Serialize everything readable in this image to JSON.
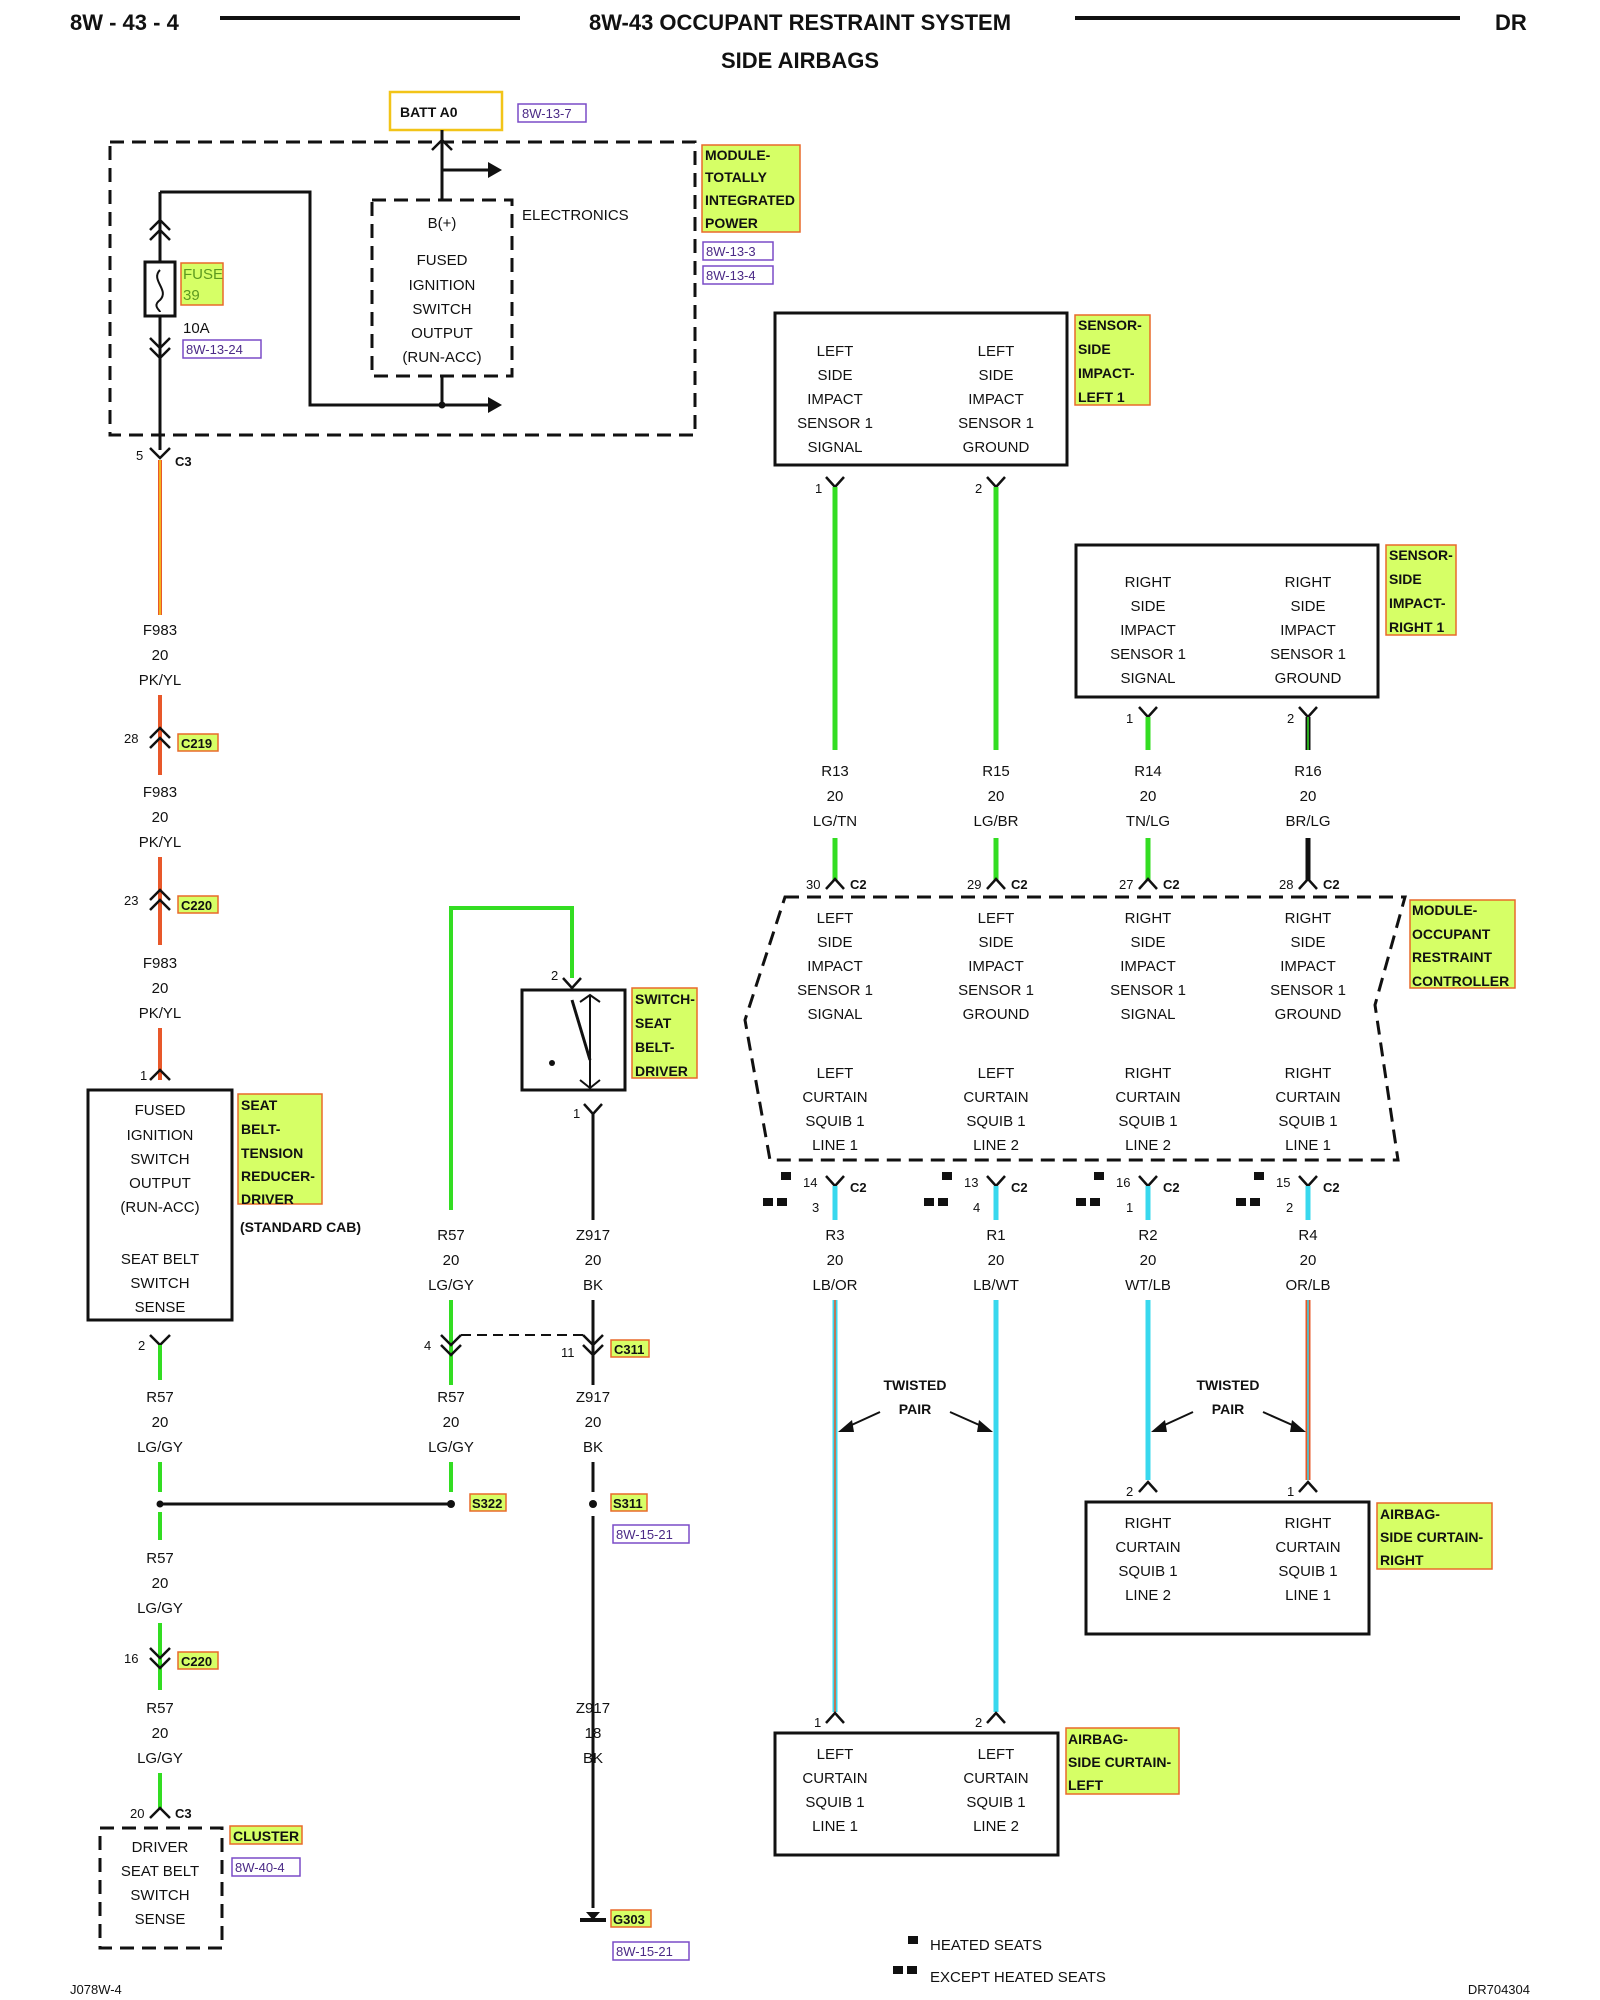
{
  "header": {
    "page_code": "8W - 43 - 4",
    "title": "8W-43 OCCUPANT RESTRAINT SYSTEM",
    "subtitle": "SIDE AIRBAGS",
    "model": "DR"
  },
  "footer": {
    "left_code": "J078W-4",
    "right_code": "DR704304"
  },
  "legend": {
    "heated": "HEATED SEATS",
    "except_heated": "EXCEPT HEATED SEATS"
  },
  "power": {
    "batt": "BATT A0",
    "batt_ref": "8W-13-7",
    "electronics": "ELECTRONICS",
    "b_plus": "B(+)",
    "fused_output_lines": [
      "FUSED",
      "IGNITION",
      "SWITCH",
      "OUTPUT",
      "(RUN-ACC)"
    ],
    "fuse_label": "FUSE",
    "fuse_num": "39",
    "fuse_amp": "10A",
    "fuse_ref": "8W-13-24",
    "module_tag_lines": [
      "MODULE-",
      "TOTALLY",
      "INTEGRATED",
      "POWER"
    ],
    "module_refs": [
      "8W-13-3",
      "8W-13-4"
    ],
    "c3_pin": "5",
    "c3": "C3"
  },
  "left_chain": {
    "wire1": [
      "F983",
      "20",
      "PK/YL"
    ],
    "c219_pin": "28",
    "c219": "C219",
    "wire2": [
      "F983",
      "20",
      "PK/YL"
    ],
    "c220_pin": "23",
    "c220": "C220",
    "wire3": [
      "F983",
      "20",
      "PK/YL"
    ],
    "reducer_pin": "1",
    "reducer_lines": [
      "FUSED",
      "IGNITION",
      "SWITCH",
      "OUTPUT",
      "(RUN-ACC)"
    ],
    "reducer_sense_lines": [
      "SEAT BELT",
      "SWITCH",
      "SENSE"
    ],
    "reducer_tag_lines": [
      "SEAT",
      "BELT-",
      "TENSION",
      "REDUCER-",
      "DRIVER"
    ],
    "standard_cab": "(STANDARD CAB)",
    "reducer_out_pin": "2",
    "wire4": [
      "R57",
      "20",
      "LG/GY"
    ],
    "wire5": [
      "R57",
      "20",
      "LG/GY"
    ],
    "c220b_pin": "16",
    "c220b": "C220",
    "wire6": [
      "R57",
      "20",
      "LG/GY"
    ],
    "cluster_pin": "20",
    "cluster_conn": "C3",
    "cluster_tag": "CLUSTER",
    "cluster_ref": "8W-40-4",
    "cluster_lines": [
      "DRIVER",
      "SEAT BELT",
      "SWITCH",
      "SENSE"
    ]
  },
  "switch_section": {
    "switch_pin_top": "2",
    "switch_pin_bottom": "1",
    "switch_tag_lines": [
      "SWITCH-",
      "SEAT",
      "BELT-",
      "DRIVER"
    ],
    "r57_top": [
      "R57",
      "20",
      "LG/GY"
    ],
    "z917_top": [
      "Z917",
      "20",
      "BK"
    ],
    "c311_pin_left": "4",
    "c311_pin_right": "11",
    "c311": "C311",
    "r57_mid": [
      "R57",
      "20",
      "LG/GY"
    ],
    "z917_mid": [
      "Z917",
      "20",
      "BK"
    ],
    "s322": "S322",
    "s311": "S311",
    "s311_ref": "8W-15-21",
    "z917_bottom": [
      "Z917",
      "18",
      "BK"
    ],
    "g303": "G303",
    "g303_ref": "8W-15-21"
  },
  "sensors": {
    "left_box": {
      "col1": [
        "LEFT",
        "SIDE",
        "IMPACT",
        "SENSOR 1",
        "SIGNAL"
      ],
      "col2": [
        "LEFT",
        "SIDE",
        "IMPACT",
        "SENSOR 1",
        "GROUND"
      ],
      "pin1": "1",
      "pin2": "2",
      "tag_lines": [
        "SENSOR-",
        "SIDE",
        "IMPACT-",
        "LEFT 1"
      ]
    },
    "right_box": {
      "col1": [
        "RIGHT",
        "SIDE",
        "IMPACT",
        "SENSOR 1",
        "SIGNAL"
      ],
      "col2": [
        "RIGHT",
        "SIDE",
        "IMPACT",
        "SENSOR 1",
        "GROUND"
      ],
      "pin1": "1",
      "pin2": "2",
      "tag_lines": [
        "SENSOR-",
        "SIDE",
        "IMPACT-",
        "RIGHT 1"
      ]
    },
    "wires": [
      {
        "id": "R13",
        "gauge": "20",
        "color": "LG/TN",
        "pin": "30",
        "conn": "C2"
      },
      {
        "id": "R15",
        "gauge": "20",
        "color": "LG/BR",
        "pin": "29",
        "conn": "C2"
      },
      {
        "id": "R14",
        "gauge": "20",
        "color": "TN/LG",
        "pin": "27",
        "conn": "C2"
      },
      {
        "id": "R16",
        "gauge": "20",
        "color": "BR/LG",
        "pin": "28",
        "conn": "C2"
      }
    ]
  },
  "controller": {
    "tag_lines": [
      "MODULE-",
      "OCCUPANT",
      "RESTRAINT",
      "CONTROLLER"
    ],
    "cols_top": [
      [
        "LEFT",
        "SIDE",
        "IMPACT",
        "SENSOR 1",
        "SIGNAL"
      ],
      [
        "LEFT",
        "SIDE",
        "IMPACT",
        "SENSOR 1",
        "GROUND"
      ],
      [
        "RIGHT",
        "SIDE",
        "IMPACT",
        "SENSOR 1",
        "SIGNAL"
      ],
      [
        "RIGHT",
        "SIDE",
        "IMPACT",
        "SENSOR 1",
        "GROUND"
      ]
    ],
    "cols_bottom": [
      [
        "LEFT",
        "CURTAIN",
        "SQUIB 1",
        "LINE 1"
      ],
      [
        "LEFT",
        "CURTAIN",
        "SQUIB 1",
        "LINE 2"
      ],
      [
        "RIGHT",
        "CURTAIN",
        "SQUIB 1",
        "LINE 2"
      ],
      [
        "RIGHT",
        "CURTAIN",
        "SQUIB 1",
        "LINE 1"
      ]
    ],
    "out_pins": [
      {
        "heated": "14",
        "except": "3",
        "conn": "C2"
      },
      {
        "heated": "13",
        "except": "4",
        "conn": "C2"
      },
      {
        "heated": "16",
        "except": "1",
        "conn": "C2"
      },
      {
        "heated": "15",
        "except": "2",
        "conn": "C2"
      }
    ],
    "out_wires": [
      {
        "id": "R3",
        "gauge": "20",
        "color": "LB/OR"
      },
      {
        "id": "R1",
        "gauge": "20",
        "color": "LB/WT"
      },
      {
        "id": "R2",
        "gauge": "20",
        "color": "WT/LB"
      },
      {
        "id": "R4",
        "gauge": "20",
        "color": "OR/LB"
      }
    ],
    "twisted_pair": [
      "TWISTED",
      "PAIR"
    ]
  },
  "airbags": {
    "right": {
      "col1": [
        "RIGHT",
        "CURTAIN",
        "SQUIB 1",
        "LINE 2"
      ],
      "col2": [
        "RIGHT",
        "CURTAIN",
        "SQUIB 1",
        "LINE 1"
      ],
      "pin1": "2",
      "pin2": "1",
      "tag_lines": [
        "AIRBAG-",
        "SIDE CURTAIN-",
        "RIGHT"
      ]
    },
    "left": {
      "col1": [
        "LEFT",
        "CURTAIN",
        "SQUIB 1",
        "LINE 1"
      ],
      "col2": [
        "LEFT",
        "CURTAIN",
        "SQUIB 1",
        "LINE 2"
      ],
      "pin1": "1",
      "pin2": "2",
      "tag_lines": [
        "AIRBAG-",
        "SIDE CURTAIN-",
        "LEFT"
      ]
    }
  },
  "colors": {
    "pink_yellow": "#e8582a",
    "light_green": "#33dd22",
    "light_blue": "#38d8ee",
    "black": "#111111",
    "tag_bg": "#d6ff66"
  }
}
